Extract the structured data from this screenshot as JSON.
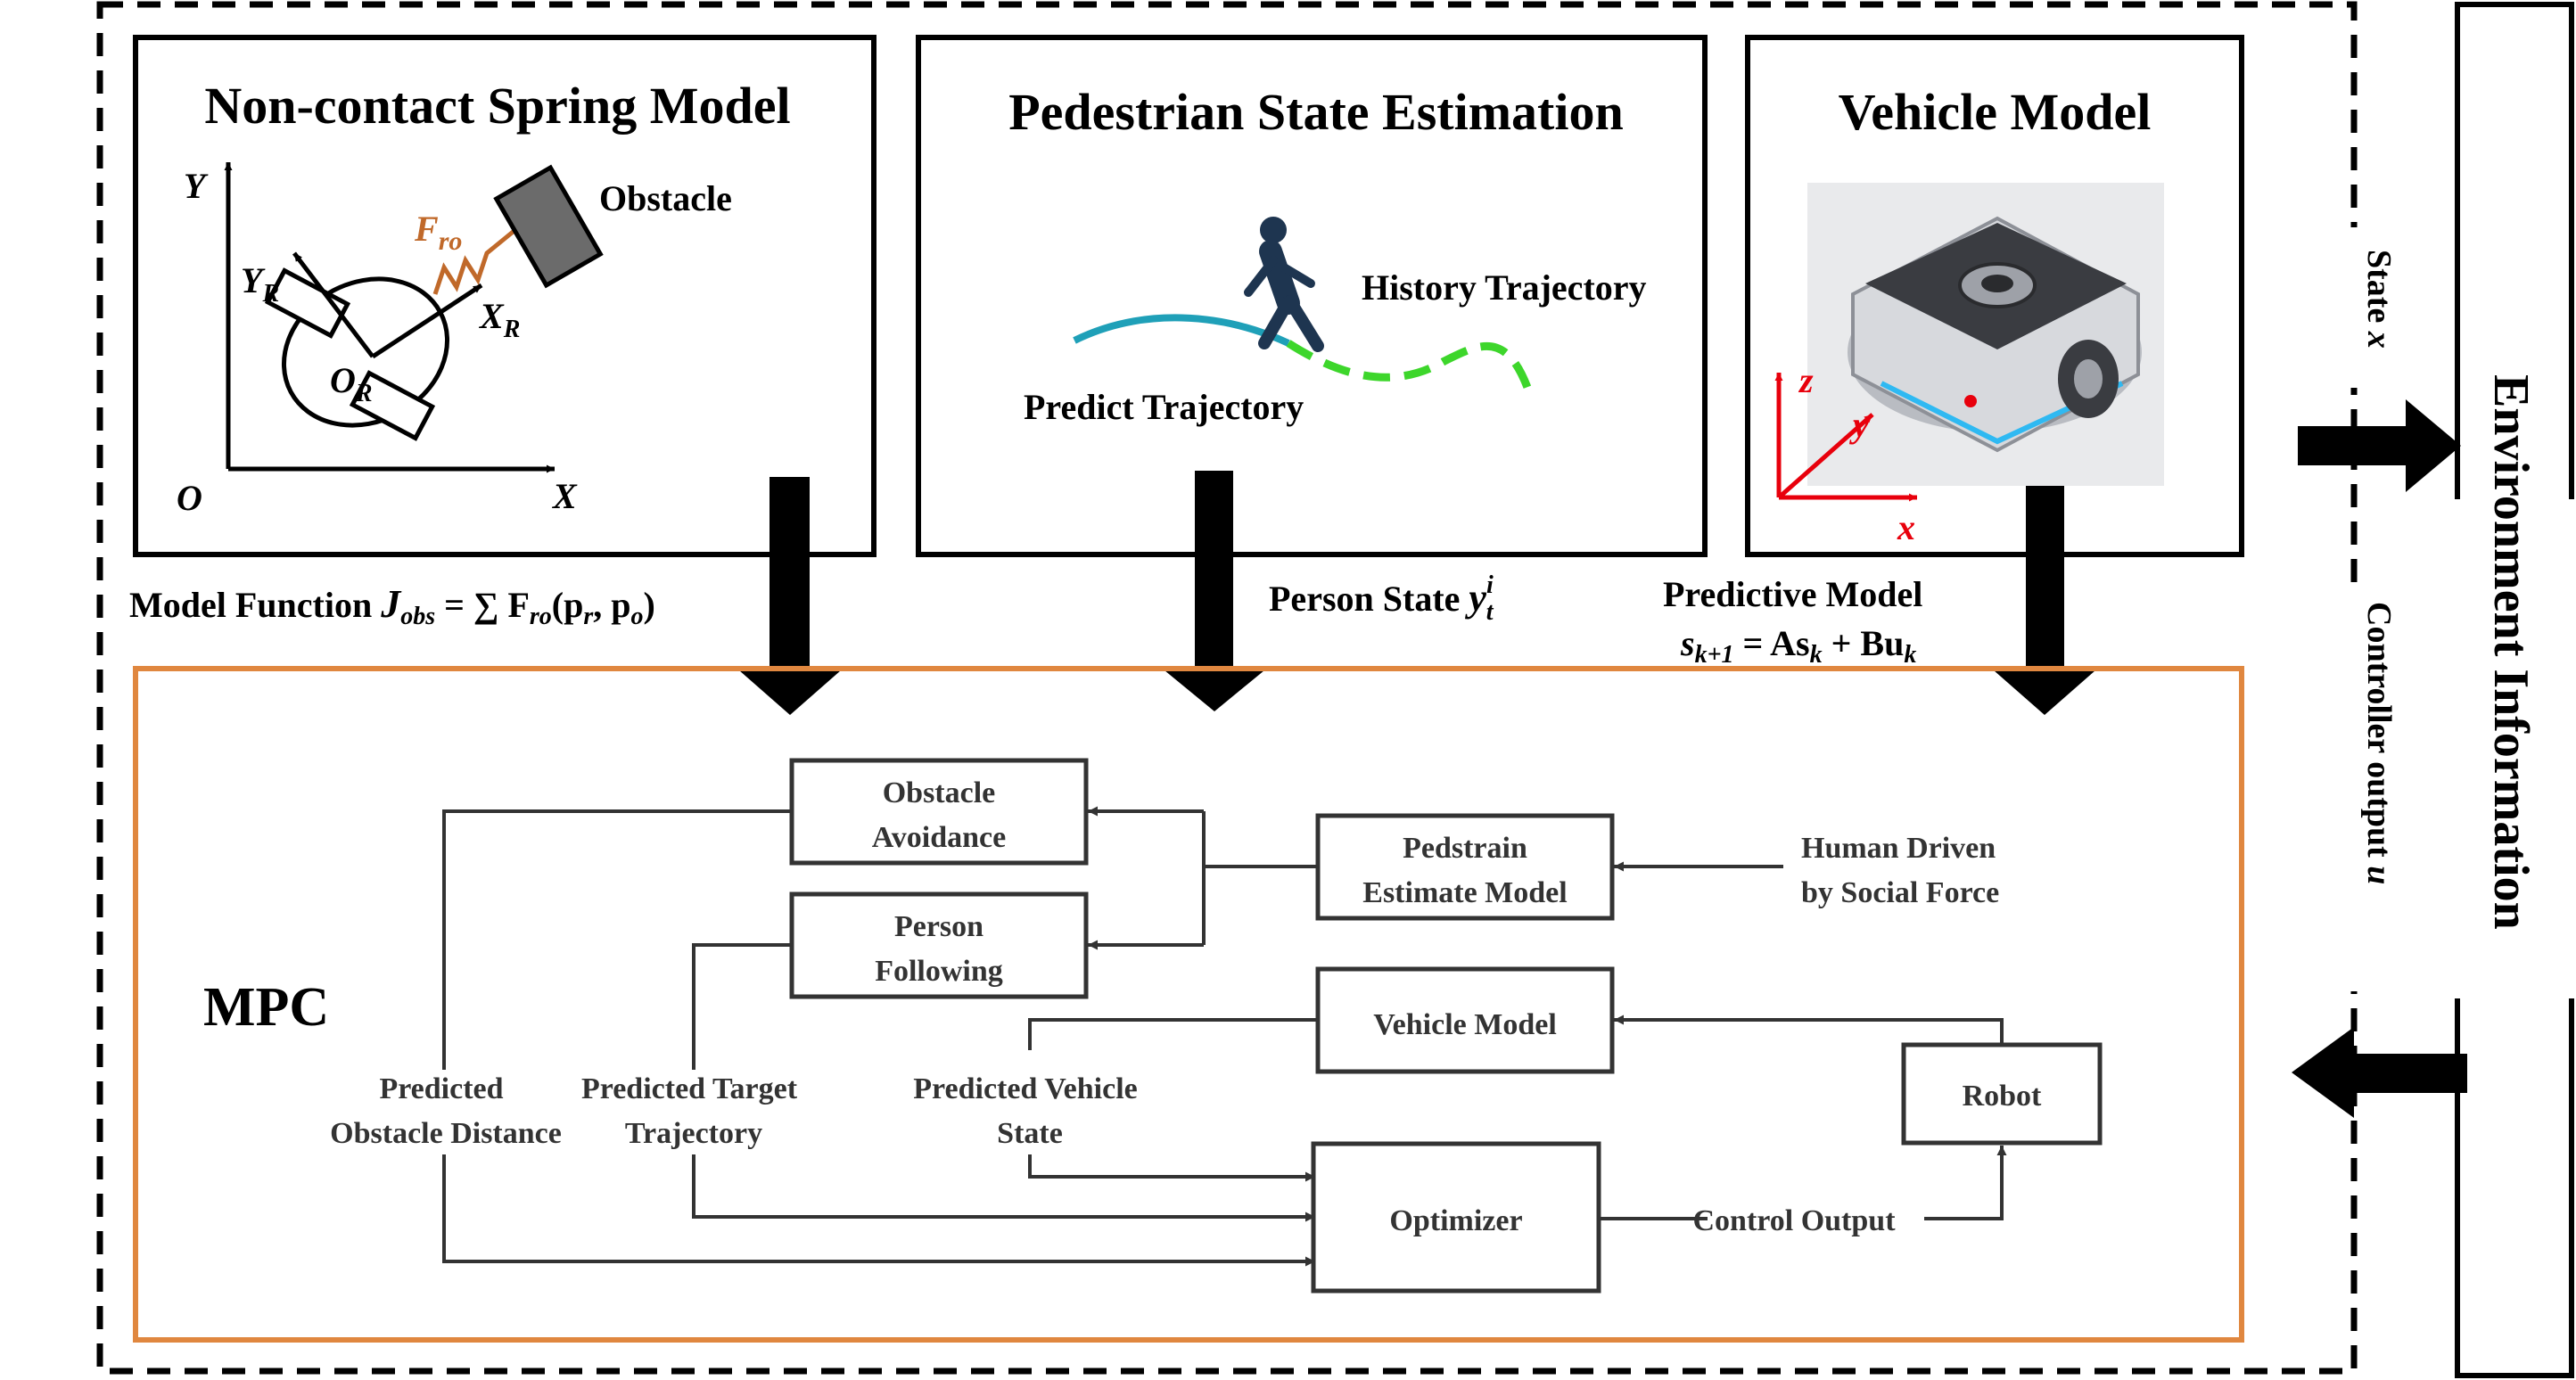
{
  "top_panels": {
    "spring": {
      "title": "Non-contact Spring Model",
      "obstacle_label": "Obstacle",
      "axis_y": "Y",
      "axis_x": "X",
      "origin": "O",
      "robot_y": "Y",
      "robot_y_sub": "R",
      "robot_x": "X",
      "robot_x_sub": "R",
      "robot_o": "O",
      "robot_o_sub": "R",
      "force": "F",
      "force_sub": "ro"
    },
    "pedestrian": {
      "title": "Pedestrian State Estimation",
      "history_label": "History Trajectory",
      "predict_label": "Predict Trajectory"
    },
    "vehicle": {
      "title": "Vehicle Model",
      "axis_z": "z",
      "axis_y": "y",
      "axis_x": "x"
    }
  },
  "connectors": {
    "model_function_prefix": "Model Function ",
    "model_function_J": "J",
    "model_function_J_sub": "obs",
    "model_function_rest": " = ∑ F",
    "model_function_F_sub": "ro",
    "model_function_args": "(p",
    "model_function_pr_sub": "r",
    "model_function_sep": ", p",
    "model_function_po_sub": "o",
    "model_function_close": ")",
    "person_state_prefix": "Person State ",
    "person_state_var": "y",
    "person_state_sup": "i",
    "person_state_sub": "t",
    "predictive_title": "Predictive Model",
    "pm_s": "s",
    "pm_s_sub": "k+1",
    "pm_eq": " = As",
    "pm_k1": "k",
    "pm_plus": " + Bu",
    "pm_k2": "k"
  },
  "mpc": {
    "label": "MPC",
    "obstacle_avoidance": [
      "Obstacle",
      "Avoidance"
    ],
    "person_following": [
      "Person",
      "Following"
    ],
    "pedestrian_model": [
      "Pedstrain",
      "Estimate Model"
    ],
    "human_driven": [
      "Human Driven",
      "by Social Force"
    ],
    "vehicle_model": "Vehicle Model",
    "robot": "Robot",
    "optimizer": "Optimizer",
    "control_output": "Control Output",
    "predicted_obstacle_distance": [
      "Predicted",
      "Obstacle Distance"
    ],
    "predicted_target_trajectory": [
      "Predicted Target",
      "Trajectory"
    ],
    "predicted_vehicle_state": [
      "Predicted Vehicle",
      "State"
    ]
  },
  "side": {
    "environment": "Environment Information",
    "state_prefix": "State ",
    "state_var": "x",
    "controller_prefix": "Controller output ",
    "controller_var": "u"
  },
  "colors": {
    "mpc_border": "#E0873F",
    "force": "#C0692A",
    "axis_red": "#E8000C",
    "history_traj": "#1FA0B8",
    "predict_traj": "#3DD62B",
    "pedestrian": "#1E3550",
    "obstacle_fill": "#6B6B6B"
  }
}
